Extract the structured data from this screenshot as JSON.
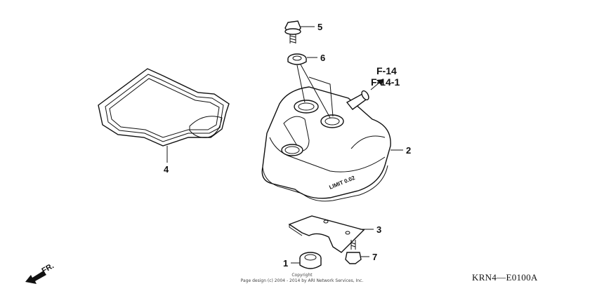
{
  "callouts": {
    "p1": "1",
    "p2": "2",
    "p3": "3",
    "p4": "4",
    "p5": "5",
    "p6": "6",
    "p7": "7"
  },
  "references": {
    "ref_a": "F-14",
    "ref_b": "F-14-1"
  },
  "direction_label": "FR.",
  "cover_marking": "LIMIT 0.02",
  "copyright": {
    "line1": "Copyright",
    "line2": "Page design (c) 2004 - 2014 by ARI Network Services, Inc."
  },
  "diagram_code": "KRN4—E0100A"
}
